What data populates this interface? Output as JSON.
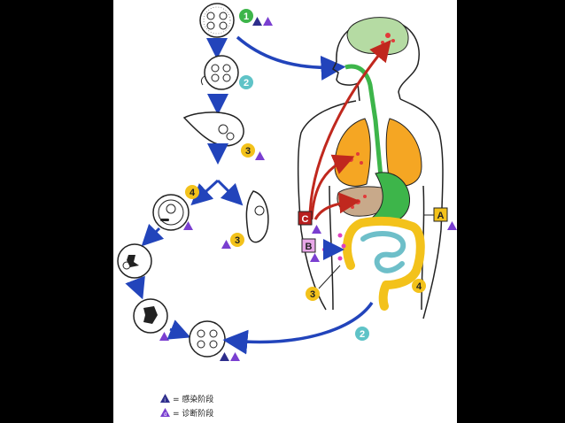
{
  "stages": {
    "s1": "1",
    "s2": "2",
    "s3": "3",
    "s4": "4",
    "body3": "3",
    "body4": "4",
    "body2": "2"
  },
  "markers": {
    "infective": "i",
    "diagnostic": "d"
  },
  "sites": {
    "A": "A",
    "B": "B",
    "C": "C"
  },
  "legend": {
    "infective": "= 感染阶段",
    "diagnostic": "= 诊断阶段"
  },
  "colors": {
    "infective_marker": "#2e2e8c",
    "diagnostic_marker": "#7a3fd0",
    "arrow_blue": "#2244bb",
    "arrow_red": "#c0281e",
    "stage1": "#3db54a",
    "stage2": "#5fc3c7",
    "stage3_4": "#f3c21b",
    "site_A": "#f3c21b",
    "site_B": "#e8a8e8",
    "site_C": "#b81e1e"
  }
}
